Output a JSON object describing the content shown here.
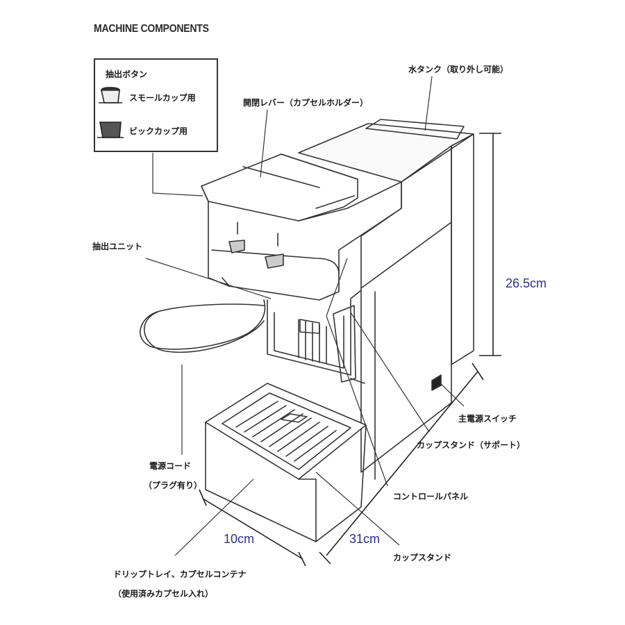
{
  "title": "MACHINE COMPONENTS",
  "legend": {
    "heading": "抽出ボタン",
    "items": [
      {
        "label": "スモールカップ用",
        "icon": "small-cup-icon"
      },
      {
        "label": "ビックカップ用",
        "icon": "big-cup-icon"
      }
    ]
  },
  "labels": {
    "water_tank": "水タンク（取り外し可能）",
    "lever": "開閉レバー（カプセルホルダー）",
    "brew_unit": "抽出ユニット",
    "main_switch": "主電源スイッチ",
    "cup_stand_support": "カップスタンド（サポート）",
    "control_panel": "コントロールパネル",
    "cup_stand": "カップスタンド",
    "power_cord_1": "電源コード",
    "power_cord_2": "（プラグ有り）",
    "drip_tray_1": "ドリップトレイ、カプセルコンテナ",
    "drip_tray_2": "（使用済みカプセル入れ）"
  },
  "dimensions": {
    "height": "26.5cm",
    "width": "10cm",
    "depth": "31cm"
  },
  "colors": {
    "line": "#333333",
    "dimension_text": "#2e2e8a"
  }
}
